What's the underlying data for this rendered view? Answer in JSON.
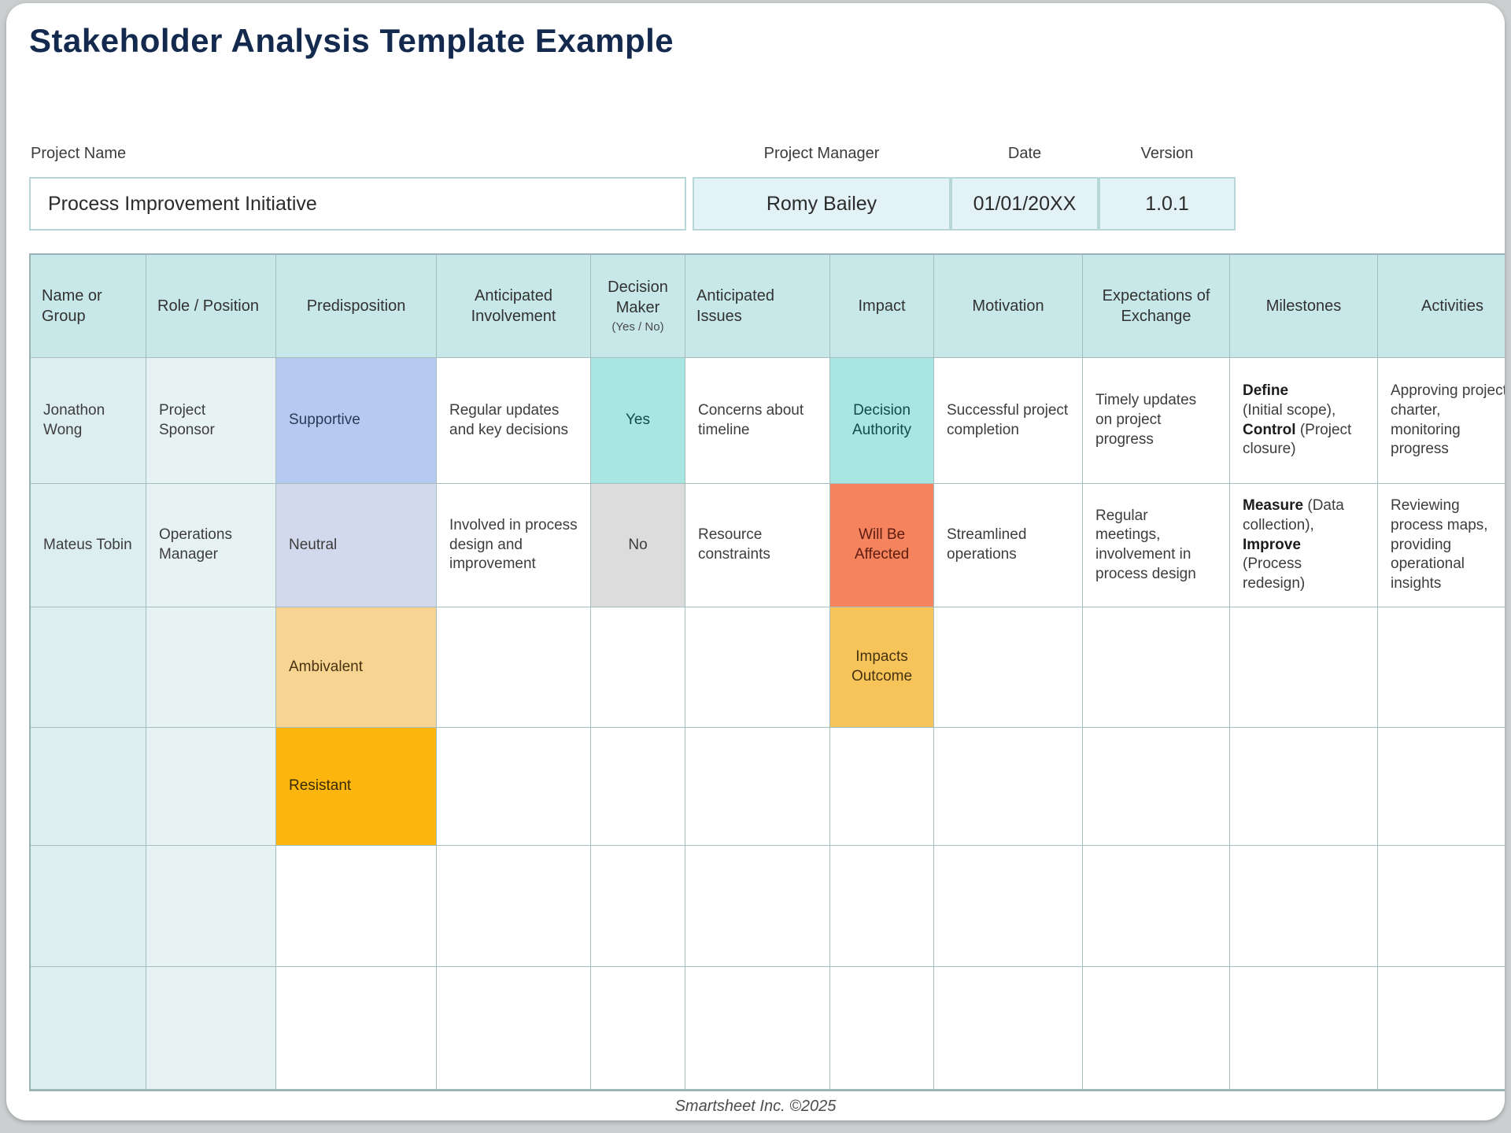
{
  "page": {
    "title": "Stakeholder Analysis Template Example",
    "footer": "Smartsheet Inc. ©2025"
  },
  "project_info": {
    "name_label": "Project Name",
    "name_value": "Process Improvement Initiative",
    "manager_label": "Project Manager",
    "manager_value": "Romy Bailey",
    "date_label": "Date",
    "date_value": "01/01/20XX",
    "version_label": "Version",
    "version_value": "1.0.1"
  },
  "colors": {
    "title_navy": "#13294e",
    "header_teal": "#c8e7e8",
    "name_column": "#ddeef0",
    "role_column": "#e7f3f3",
    "supportive_blue": "#b6c9f0",
    "neutral_lavender": "#d3d9ec",
    "yes_aqua": "#a7e6e1",
    "no_grey": "#dcdcdc",
    "affected_salmon": "#f5835e",
    "ambivalent_peach": "#f8d492",
    "impacts_amber": "#f7c45a",
    "resistant_gold": "#fcb60d",
    "box_border": "#b7d6d8",
    "grid_line": "#a4bdbf"
  },
  "table": {
    "columns": [
      {
        "label": "Name or Group"
      },
      {
        "label": "Role / Position"
      },
      {
        "label": "Predisposition"
      },
      {
        "label": "Anticipated Involvement"
      },
      {
        "label": "Decision Maker",
        "sublabel": "(Yes / No)"
      },
      {
        "label": "Anticipated Issues"
      },
      {
        "label": "Impact"
      },
      {
        "label": "Motivation"
      },
      {
        "label": "Expectations of Exchange"
      },
      {
        "label": "Milestones"
      },
      {
        "label": "Activities"
      }
    ],
    "rows": [
      [
        {
          "t": "Jonathon Wong",
          "bg": "name"
        },
        {
          "t": "Project Sponsor",
          "bg": "role"
        },
        {
          "t": "Supportive",
          "bg": "supportive"
        },
        {
          "t": "Regular updates and key decisions"
        },
        {
          "t": "Yes",
          "bg": "aqua"
        },
        {
          "t": "Concerns about timeline"
        },
        {
          "t": "Decision Authority",
          "bg": "aqua"
        },
        {
          "t": "Successful project completion"
        },
        {
          "t": "Timely updates on project progress"
        },
        {
          "seg": [
            {
              "t": "Define",
              "b": 1,
              "br": 1
            },
            {
              "t": "(Initial scope), "
            },
            {
              "t": "Control",
              "b": 1
            },
            {
              "t": " (Project closure)"
            }
          ]
        },
        {
          "t": "Approving project charter, monitoring progress"
        }
      ],
      [
        {
          "t": "Mateus Tobin",
          "bg": "name"
        },
        {
          "t": "Operations Manager",
          "bg": "role"
        },
        {
          "t": "Neutral",
          "bg": "neutral"
        },
        {
          "t": "Involved in process design and improvement"
        },
        {
          "t": "No",
          "bg": "grey"
        },
        {
          "t": "Resource constraints"
        },
        {
          "t": "Will Be Affected",
          "bg": "affected"
        },
        {
          "t": "Streamlined operations"
        },
        {
          "t": "Regular meetings, involvement in process design"
        },
        {
          "seg": [
            {
              "t": "Measure",
              "b": 1
            },
            {
              "t": " (Data collection), "
            },
            {
              "t": "Improve",
              "b": 1,
              "br": 1
            },
            {
              "t": "(Process redesign)"
            }
          ]
        },
        {
          "t": "Reviewing process maps, providing operational insights"
        }
      ],
      [
        {
          "t": "",
          "bg": "name"
        },
        {
          "t": "",
          "bg": "role"
        },
        {
          "t": "Ambivalent",
          "bg": "ambivalent"
        },
        {
          "t": ""
        },
        {
          "t": ""
        },
        {
          "t": ""
        },
        {
          "t": "Impacts Outcome",
          "bg": "impacts"
        },
        {
          "t": ""
        },
        {
          "t": ""
        },
        {
          "t": ""
        },
        {
          "t": ""
        }
      ],
      [
        {
          "t": "",
          "bg": "name"
        },
        {
          "t": "",
          "bg": "role"
        },
        {
          "t": "Resistant",
          "bg": "resistant"
        },
        {
          "t": ""
        },
        {
          "t": ""
        },
        {
          "t": ""
        },
        {
          "t": ""
        },
        {
          "t": ""
        },
        {
          "t": ""
        },
        {
          "t": ""
        },
        {
          "t": ""
        }
      ],
      [
        {
          "t": "",
          "bg": "name"
        },
        {
          "t": "",
          "bg": "role"
        },
        {
          "t": ""
        },
        {
          "t": ""
        },
        {
          "t": ""
        },
        {
          "t": ""
        },
        {
          "t": ""
        },
        {
          "t": ""
        },
        {
          "t": ""
        },
        {
          "t": ""
        },
        {
          "t": ""
        }
      ],
      [
        {
          "t": "",
          "bg": "name"
        },
        {
          "t": "",
          "bg": "role"
        },
        {
          "t": ""
        },
        {
          "t": ""
        },
        {
          "t": ""
        },
        {
          "t": ""
        },
        {
          "t": ""
        },
        {
          "t": ""
        },
        {
          "t": ""
        },
        {
          "t": ""
        },
        {
          "t": ""
        }
      ]
    ]
  }
}
